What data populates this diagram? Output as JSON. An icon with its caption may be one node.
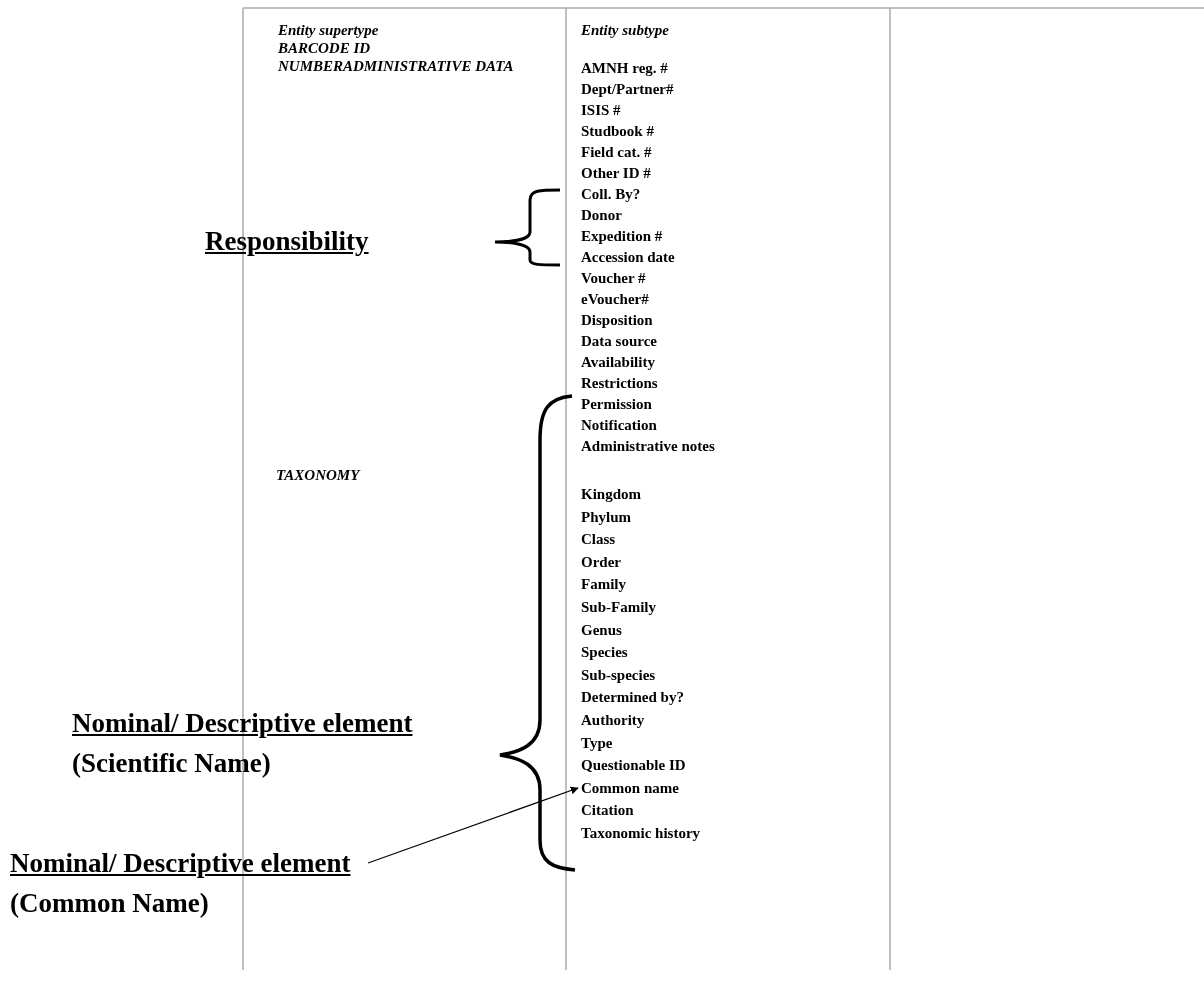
{
  "diagram": {
    "nodes": [
      {
        "text": [
          "Nominal/ Descriptive element",
          "(Common Name)"
        ]
      },
      {
        "text": [
          "Common name"
        ]
      }
    ],
    "edges": [
      {
        "from": 0,
        "to": 1,
        "arrow": "to"
      }
    ],
    "labels": [
      "Entity supertype",
      "BARCODE ID NUMBERADMINISTRATIVE DATA",
      "Entity subtype",
      "AMNH reg. #",
      "Dept/Partner#",
      "ISIS #",
      "Studbook #",
      "Field cat. #",
      "Other ID #",
      "Coll. By?",
      "Donor",
      "Expedition #",
      "Accession date",
      "Voucher #",
      "eVoucher#",
      "Disposition",
      "Data source",
      "Availability",
      "Restrictions",
      "Permission",
      "Notification",
      "Administrative notes",
      "Responsibility",
      "TAXONOMY",
      "Kingdom",
      "Phylum",
      "Class",
      "Order",
      "Family",
      "Sub-Family",
      "Genus",
      "Species",
      "Sub-species",
      "Determined by?",
      "Authority",
      "Type",
      "Questionable ID",
      "Citation",
      "Taxonomic history",
      "Nominal/ Descriptive element",
      "(Scientific Name)"
    ]
  }
}
